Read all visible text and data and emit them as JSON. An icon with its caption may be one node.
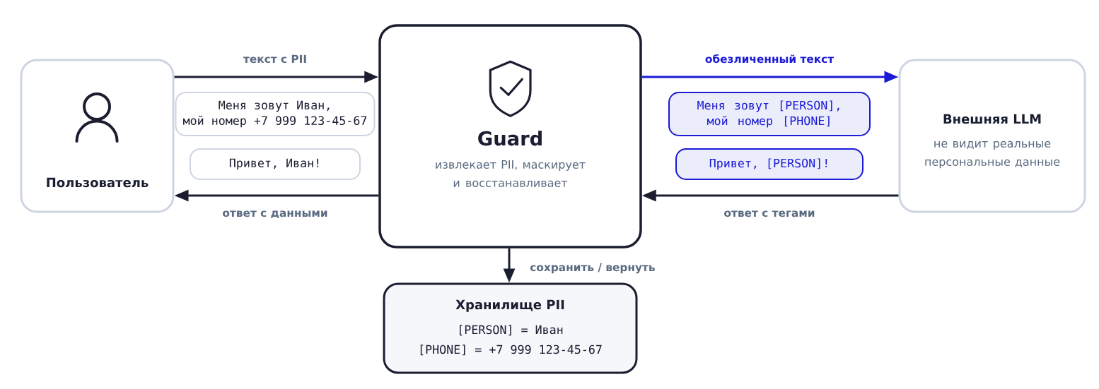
{
  "diagram": {
    "nodes": [
      {
        "text": [
          "Пользователь"
        ]
      },
      {
        "text": [
          "Guard",
          "извлекает PII, маскирует и восстанавливает"
        ]
      },
      {
        "text": [
          "Внешняя LLM",
          "не видит реальные персональные данные"
        ]
      },
      {
        "text": [
          "Хранилище PII",
          "[PERSON] = Иван",
          "[PHONE] = +7 999 123-45-67"
        ]
      },
      {
        "text": [
          "Меня зовут Иван, мой номер +7 999 123-45-67"
        ]
      },
      {
        "text": [
          "Привет, Иван!"
        ]
      },
      {
        "text": [
          "Меня зовут [PERSON], мой номер [PHONE]"
        ]
      },
      {
        "text": [
          "Привет, [PERSON]!"
        ]
      }
    ],
    "edges": [
      {
        "from": 0,
        "to": 1,
        "arrow": "to",
        "label": "текст с PII"
      },
      {
        "from": 1,
        "to": 2,
        "arrow": "to",
        "label": "обезличенный текст",
        "color": "#1a1ad8"
      },
      {
        "from": 2,
        "to": 1,
        "arrow": "to",
        "label": "ответ с тегами"
      },
      {
        "from": 1,
        "to": 0,
        "arrow": "to",
        "label": "ответ с данными"
      },
      {
        "from": 1,
        "to": 3,
        "arrow": "to",
        "label": "сохранить / вернуть"
      }
    ]
  }
}
